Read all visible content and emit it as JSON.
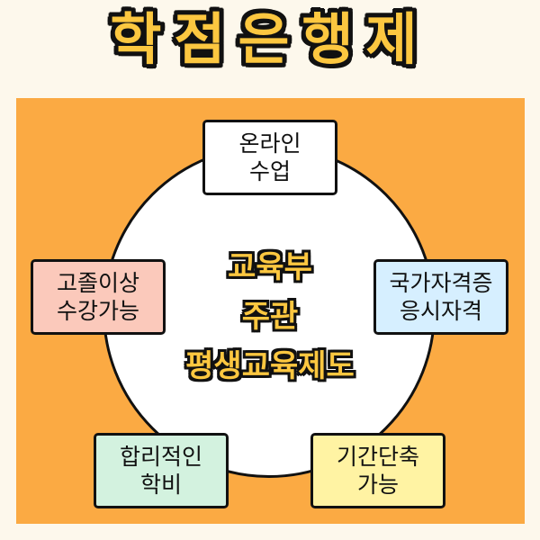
{
  "title": "학점은행제",
  "center": {
    "lines": [
      "교육부",
      "주관",
      "평생교육제도"
    ]
  },
  "features": [
    {
      "id": "online",
      "lines": [
        "온라인",
        "수업"
      ],
      "bg": "#ffffff"
    },
    {
      "id": "certificate",
      "lines": [
        "국가자격증",
        "응시자격"
      ],
      "bg": "#d6efff"
    },
    {
      "id": "shorten",
      "lines": [
        "기간단축",
        "가능"
      ],
      "bg": "#fff3a3"
    },
    {
      "id": "tuition",
      "lines": [
        "합리적인",
        "학비"
      ],
      "bg": "#d3f2df"
    },
    {
      "id": "highschool",
      "lines": [
        "고졸이상",
        "수강가능"
      ],
      "bg": "#fbc9bb"
    }
  ],
  "colors": {
    "background": "#fdf8ec",
    "panel": "#fbaa43",
    "title_fill": "#fcc740",
    "outline": "#111111"
  }
}
